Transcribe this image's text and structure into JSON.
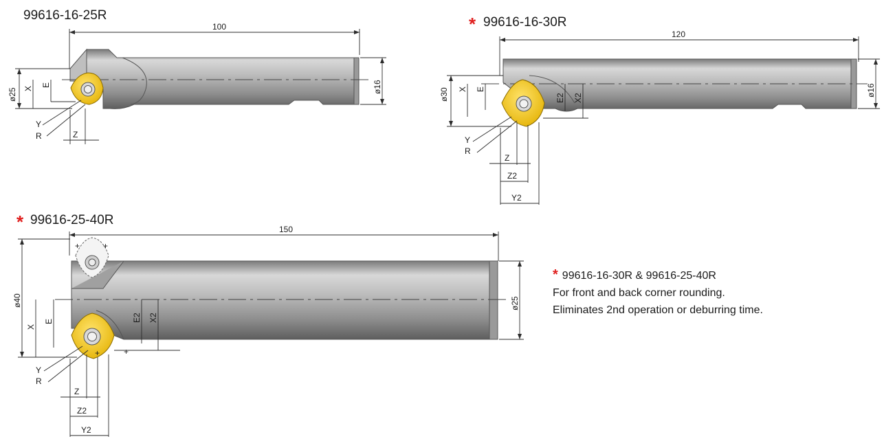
{
  "colors": {
    "accent_star": "#e0201f",
    "insert_yellow": "#f2c200",
    "shank_gray": "#a9a9a9"
  },
  "tools": [
    {
      "title": "99616-16-25R",
      "starred": false,
      "dims": {
        "length": "100",
        "shank_dia": "ø16",
        "cut_dia": "ø25",
        "x": "X",
        "e": "E",
        "y": "Y",
        "r": "R",
        "z": "Z"
      }
    },
    {
      "title": "99616-16-30R",
      "starred": true,
      "dims": {
        "length": "120",
        "shank_dia": "ø16",
        "cut_dia": "ø30",
        "x": "X",
        "e": "E",
        "e2": "E2",
        "x2": "X2",
        "y": "Y",
        "r": "R",
        "z": "Z",
        "z2": "Z2",
        "y2": "Y2"
      }
    },
    {
      "title": "99616-25-40R",
      "starred": true,
      "dims": {
        "length": "150",
        "shank_dia": "ø25",
        "cut_dia": "ø40",
        "x": "X",
        "e": "E",
        "e2": "E2",
        "x2": "X2",
        "y": "Y",
        "r": "R",
        "z": "Z",
        "z2": "Z2",
        "y2": "Y2"
      }
    }
  ],
  "note": {
    "star": "*",
    "line1": "99616-16-30R & 99616-25-40R",
    "line2": "For front and back corner rounding.",
    "line3": "Eliminates 2nd operation or deburring time."
  }
}
